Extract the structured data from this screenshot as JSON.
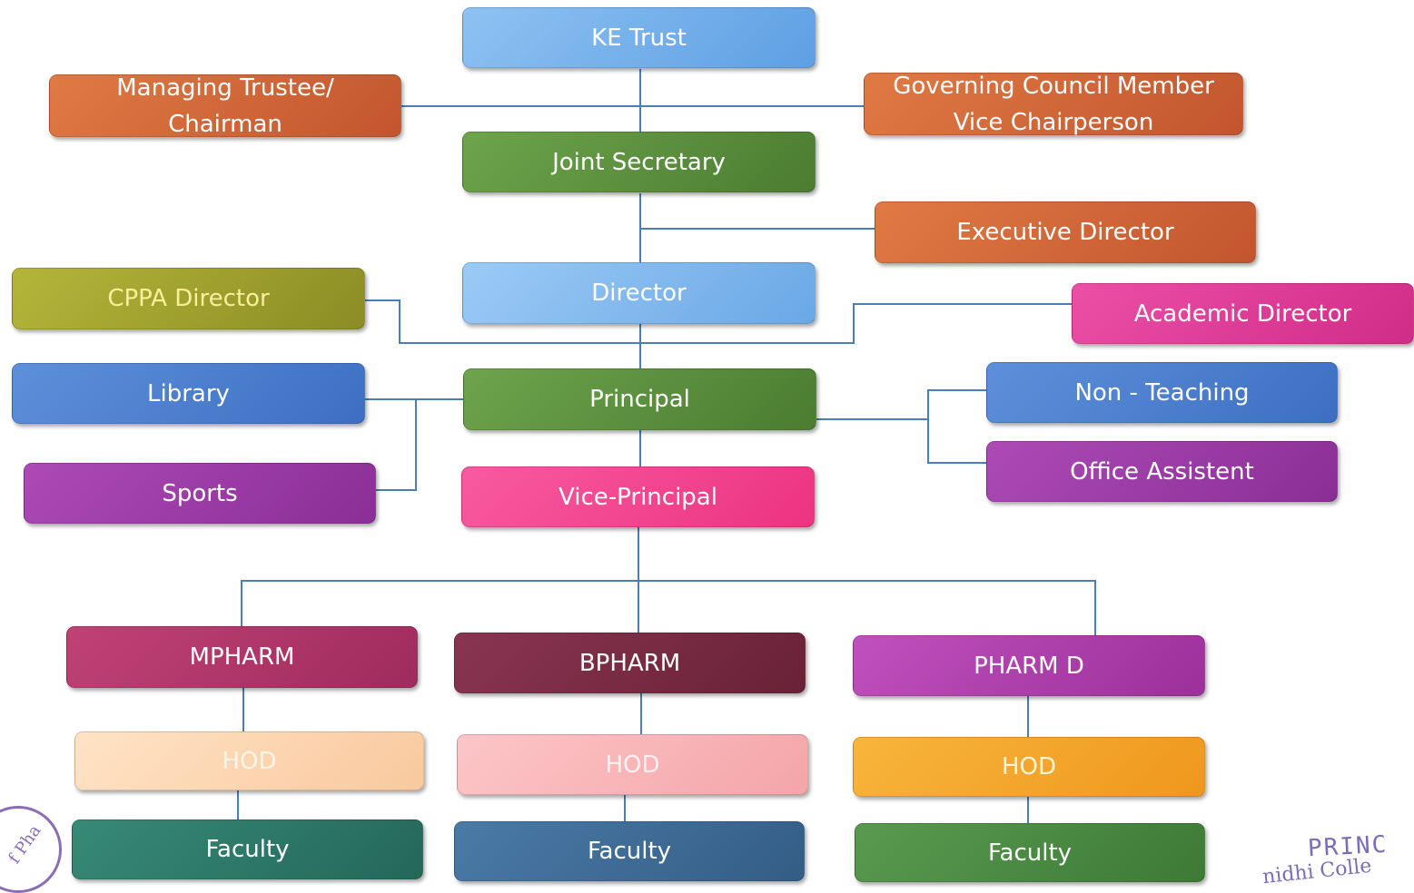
{
  "nodes": {
    "ke_trust": "KE Trust",
    "managing_trustee": "Managing Trustee/\nChairman",
    "governing_council": "Governing Council Member\nVice Chairperson",
    "joint_secretary": "Joint Secretary",
    "executive_director": "Executive Director",
    "cppa_director": "CPPA Director",
    "director": "Director",
    "academic_director": "Academic Director",
    "library": "Library",
    "principal": "Principal",
    "non_teaching": "Non - Teaching",
    "sports": "Sports",
    "vice_principal": "Vice-Principal",
    "office_assistant": "Office Assistent",
    "mpharm": "MPHARM",
    "bpharm": "BPHARM",
    "pharmd": "PHARM D",
    "hod_mpharm": "HOD",
    "hod_bpharm": "HOD",
    "hod_pharmd": "HOD",
    "faculty_mpharm": "Faculty",
    "faculty_bpharm": "Faculty",
    "faculty_pharmd": "Faculty"
  },
  "colors": {
    "light_blue": "#79b2ec",
    "orange": "#d4663a",
    "green": "#5b8f3d",
    "olive": "#a1a32b",
    "magenta": "#e03e9a",
    "blue": "#4a80d0",
    "purple": "#9b3fa6",
    "pink": "#f4428f",
    "crimson": "#b23566",
    "maroon": "#7a2c45",
    "violet": "#b143ae",
    "peach": "#fcd8b4",
    "light_pink": "#f9b6b8",
    "amber": "#f4a72c",
    "teal": "#2f7a67",
    "steel_blue": "#3f6d99",
    "leaf_green": "#4b8d44",
    "connector": "#4a7fb5"
  },
  "stamp": {
    "seal_text": "f Pha",
    "line1": "PRINC",
    "line2": "nidhi Colle"
  }
}
